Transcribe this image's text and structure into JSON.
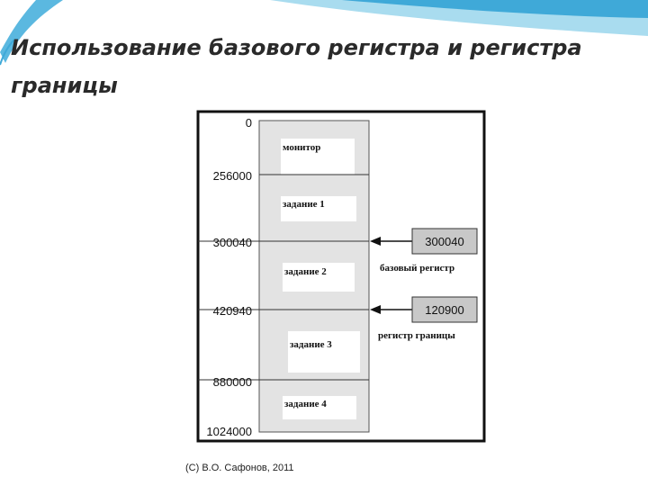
{
  "slide": {
    "title": "Использование базового регистра и регистра границы",
    "footer": "(C) В.О. Сафонов, 2011"
  },
  "colors": {
    "wave_dark": "#3fa9d8",
    "wave_light": "#a9dcef",
    "segment_fill": "#e3e3e3",
    "register_fill": "#c8c8c8"
  },
  "diagram": {
    "addresses": [
      "0",
      "256000",
      "300040",
      "420940",
      "880000",
      "1024000"
    ],
    "segments": [
      "монитор",
      "задание 1",
      "задание 2",
      "задание 3",
      "задание 4"
    ],
    "registers": [
      {
        "value": "300040",
        "label": "базовый регистр",
        "points_to": "300040"
      },
      {
        "value": "120900",
        "label": "регистр границы",
        "points_to": "420940"
      }
    ]
  }
}
